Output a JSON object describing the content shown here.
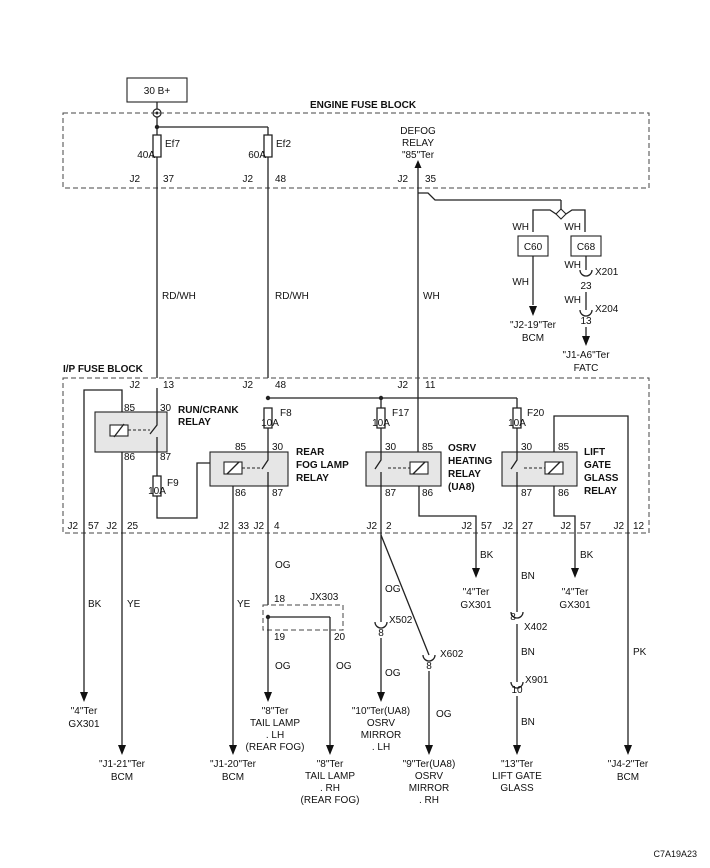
{
  "source": "30 B+",
  "blocks": {
    "engine": "ENGINE FUSE BLOCK",
    "ip": "I/P FUSE BLOCK"
  },
  "engine_fuses": [
    {
      "amp": "40A",
      "id": "Ef7",
      "conn": "J2",
      "pin": "37"
    },
    {
      "amp": "60A",
      "id": "Ef2",
      "conn": "J2",
      "pin": "48"
    }
  ],
  "defog": {
    "l1": "DEFOG",
    "l2": "RELAY",
    "l3": "\"85\"Ter",
    "conn": "J2",
    "pin": "35"
  },
  "splice": {
    "c60": "C60",
    "c68": "C68",
    "wh": "WH",
    "x201": "X201",
    "x201_pin": "23",
    "x204": "X204",
    "x204_pin": "13",
    "bcm1": "\"J2-19\"Ter",
    "bcm2": "BCM",
    "fatc1": "\"J1-A6\"Ter",
    "fatc2": "FATC"
  },
  "wire_colors": {
    "rdwh": "RD/WH",
    "wh": "WH",
    "bk": "BK",
    "ye": "YE",
    "og": "OG",
    "bn": "BN",
    "pk": "PK"
  },
  "ip_top_pins": [
    {
      "conn": "J2",
      "pin": "13"
    },
    {
      "conn": "J2",
      "pin": "48"
    },
    {
      "conn": "J2",
      "pin": "11"
    }
  ],
  "ip_fuses": [
    {
      "id": "F8",
      "amp": "10A"
    },
    {
      "id": "F17",
      "amp": "10A"
    },
    {
      "id": "F20",
      "amp": "10A"
    },
    {
      "id": "F9",
      "amp": "10A"
    }
  ],
  "relays": {
    "run_crank": {
      "l1": "RUN/CRANK",
      "l2": "RELAY"
    },
    "rear_fog": {
      "l1": "REAR",
      "l2": "FOG LAMP",
      "l3": "RELAY"
    },
    "osrv": {
      "l1": "OSRV",
      "l2": "HEATING",
      "l3": "RELAY",
      "l4": "(UA8)"
    },
    "lift": {
      "l1": "LIFT",
      "l2": "GATE",
      "l3": "GLASS",
      "l4": "RELAY"
    }
  },
  "relay_pins": {
    "p85": "85",
    "p86": "86",
    "p30": "30",
    "p87": "87"
  },
  "ip_bottom_pins": [
    {
      "conn": "J2",
      "pin": "57"
    },
    {
      "conn": "J2",
      "pin": "25"
    },
    {
      "conn": "J2",
      "pin": "33"
    },
    {
      "conn": "J2",
      "pin": "4"
    },
    {
      "conn": "J2",
      "pin": "2"
    },
    {
      "conn": "J2",
      "pin": "57"
    },
    {
      "conn": "J2",
      "pin": "27"
    },
    {
      "conn": "J2",
      "pin": "57"
    },
    {
      "conn": "J2",
      "pin": "12"
    }
  ],
  "jx303": {
    "label": "JX303",
    "p18": "18",
    "p19": "19",
    "p20": "20"
  },
  "connectors": {
    "x502": "X502",
    "x502_pin": "8",
    "x602": "X602",
    "x602_pin": "8",
    "x402": "X402",
    "x402_pin": "8",
    "x901": "X901",
    "x901_pin": "10"
  },
  "grounds": {
    "gx301_a": {
      "l1": "\"4\"Ter",
      "l2": "GX301"
    },
    "gx301_b": {
      "l1": "\"4\"Ter",
      "l2": "GX301"
    },
    "gx301_c": {
      "l1": "\"4\"Ter",
      "l2": "GX301"
    }
  },
  "destinations": {
    "bcm_j1_21": {
      "l1": "\"J1-21\"Ter",
      "l2": "BCM"
    },
    "bcm_j1_20": {
      "l1": "\"J1-20\"Ter",
      "l2": "BCM"
    },
    "tail_lh": {
      "l1": "\"8\"Ter",
      "l2": "TAIL LAMP",
      "l3": ". LH",
      "l4": "(REAR FOG)"
    },
    "tail_rh": {
      "l1": "\"8\"Ter",
      "l2": "TAIL LAMP",
      "l3": ". RH",
      "l4": "(REAR FOG)"
    },
    "mirror_lh": {
      "l1": "\"10\"Ter(UA8)",
      "l2": "OSRV",
      "l3": "MIRROR",
      "l4": ". LH"
    },
    "mirror_rh": {
      "l1": "\"9\"Ter(UA8)",
      "l2": "OSRV",
      "l3": "MIRROR",
      "l4": ". RH"
    },
    "lift_glass": {
      "l1": "\"13\"Ter",
      "l2": "LIFT GATE",
      "l3": "GLASS"
    },
    "bcm_j4_2": {
      "l1": "\"J4-2\"Ter",
      "l2": "BCM"
    }
  },
  "figure_code": "C7A19A23"
}
